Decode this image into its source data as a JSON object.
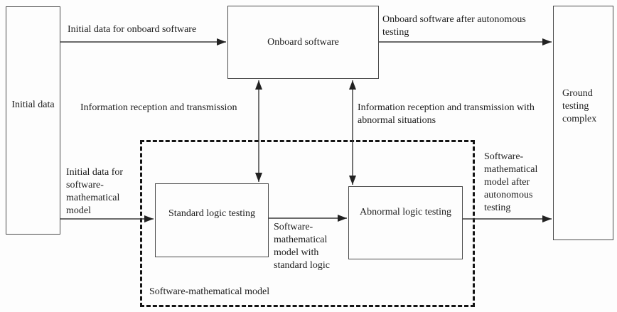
{
  "diagram": {
    "title_hint": "Onboard software autonomous testing scheme",
    "boxes": {
      "initial_data": {
        "label": "Initial data"
      },
      "onboard_software": {
        "label": "Onboard software"
      },
      "ground_testing_complex": {
        "label": "Ground testing complex"
      },
      "standard_logic_testing": {
        "label": "Standard logic testing"
      },
      "abnormal_logic_testing": {
        "label": "Abnormal logic testing"
      },
      "software_mathematical_model_container": {
        "label": "Software-mathematical model"
      }
    },
    "arrow_labels": {
      "initial_data_for_onboard_software": "Initial data for onboard software",
      "onboard_software_after_autonomous_testing": "Onboard software after autonomous testing",
      "information_reception_and_transmission": "Information reception and transmission",
      "information_reception_with_abnormal_situations": "Information reception and transmission with abnormal situations",
      "initial_data_for_software_mathematical_model": "Initial data for software-mathematical model",
      "software_mathematical_model_with_standard_logic": "Software-mathematical model with standard logic",
      "software_mathematical_model_after_autonomous_testing": "Software-mathematical model after autonomous testing"
    },
    "arrows": [
      {
        "name": "initial-data-to-onboard-software",
        "type": "single"
      },
      {
        "name": "onboard-software-to-ground-testing-complex",
        "type": "single"
      },
      {
        "name": "initial-data-to-standard-logic-testing",
        "type": "single"
      },
      {
        "name": "standard-logic-to-abnormal-logic",
        "type": "single"
      },
      {
        "name": "abnormal-logic-to-ground-testing-complex",
        "type": "single"
      },
      {
        "name": "onboard-software-standard-logic-bidirectional",
        "type": "double"
      },
      {
        "name": "onboard-software-abnormal-logic-bidirectional",
        "type": "double"
      }
    ],
    "colors": {
      "line": "#3a3a3a",
      "box_border": "#4a4a4a",
      "dashed_border": "#141414",
      "text": "#1c1c1c",
      "background": "#fdfdfd"
    }
  }
}
